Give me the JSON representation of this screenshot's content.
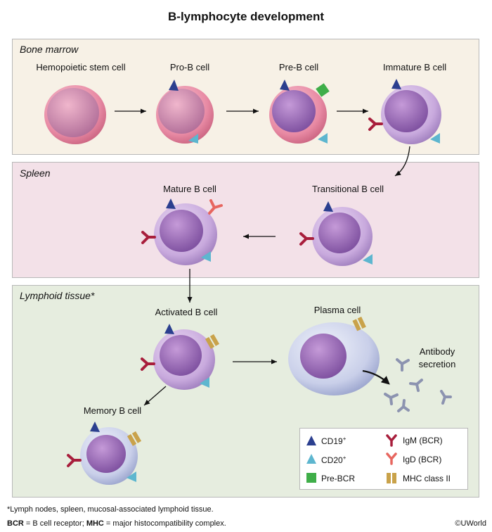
{
  "title": "B-lymphocyte development",
  "sections": {
    "bone_marrow": "Bone marrow",
    "spleen": "Spleen",
    "lymphoid_tissue": "Lymphoid tissue*"
  },
  "cells": {
    "hsc": "Hemopoietic stem cell",
    "pro_b": "Pro-B cell",
    "pre_b": "Pre-B cell",
    "immature_b": "Immature B cell",
    "mature_b": "Mature B cell",
    "transitional_b": "Transitional B cell",
    "activated_b": "Activated B cell",
    "plasma": "Plasma cell",
    "memory_b": "Memory B cell"
  },
  "antibody_secretion": [
    "Antibody",
    "secretion"
  ],
  "legend": {
    "cd19": "CD19",
    "cd20": "CD20",
    "plus": "+",
    "pre_bcr": "Pre-BCR",
    "igm": "IgM (BCR)",
    "igd": "IgD (BCR)",
    "mhc2": "MHC class II"
  },
  "colors": {
    "cd19": "#2b3f8f",
    "cd20": "#5db6cf",
    "pre_bcr": "#3fae49",
    "igm": "#a81e3c",
    "igd": "#e7665f",
    "mhc2": "#c9a24a"
  },
  "footnotes": {
    "asterisk": "*Lymph nodes, spleen, mucosal-associated lymphoid tissue.",
    "bcr_abbr": "BCR",
    "bcr_def": " = B cell receptor; ",
    "mhc_abbr": "MHC",
    "mhc_def": " = major histocompatibility complex."
  },
  "copyright": "©UWorld"
}
